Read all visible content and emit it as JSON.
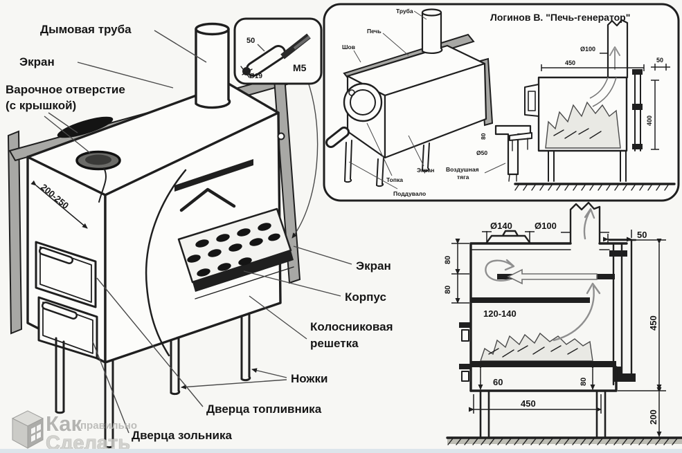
{
  "colors": {
    "ink": "#1f1f1f",
    "paper": "#f7f7f4",
    "screen_grey": "#a8a8a5",
    "watermark_grey": "#b2b2af",
    "bottom_strip": "#dde5eb"
  },
  "main": {
    "labels": {
      "chimney": "Дымовая труба",
      "screen_top": "Экран",
      "cook_line1": "Варочное отверстие",
      "cook_line2": "(с крышкой)",
      "dim_front": "200-250",
      "screen_right": "Экран",
      "body": "Корпус",
      "grate_line1": "Колосниковая",
      "grate_line2": "решетка",
      "legs": "Ножки",
      "firebox_door": "Дверца топливника",
      "ash_door": "Дверца зольника"
    }
  },
  "detail": {
    "dim50": "50",
    "thread": "M5",
    "dia": "Ø19"
  },
  "inset": {
    "title": "Логинов В. \"Печь-генератор\"",
    "labels": {
      "pipe": "Труба",
      "stove": "Печь",
      "seam": "Шов",
      "screen": "Экран",
      "firebox": "Топка",
      "ashpit": "Поддувало",
      "air1": "Воздушная",
      "air2": "тяга"
    },
    "dims": {
      "dia100": "Ø100",
      "width450": "450",
      "gap50": "50",
      "height400": "400",
      "dia50": "Ø50",
      "h80": "80"
    }
  },
  "section": {
    "dims": {
      "dia140": "Ø140",
      "dia100": "Ø100",
      "gap50": "50",
      "h80a": "80",
      "h80b": "80",
      "range": "120-140",
      "h450": "450",
      "w60": "60",
      "h80c": "80",
      "w450": "450",
      "h200": "200"
    }
  },
  "watermark": {
    "word1": "Как",
    "word2": "правильно",
    "word3": "Сделать"
  }
}
